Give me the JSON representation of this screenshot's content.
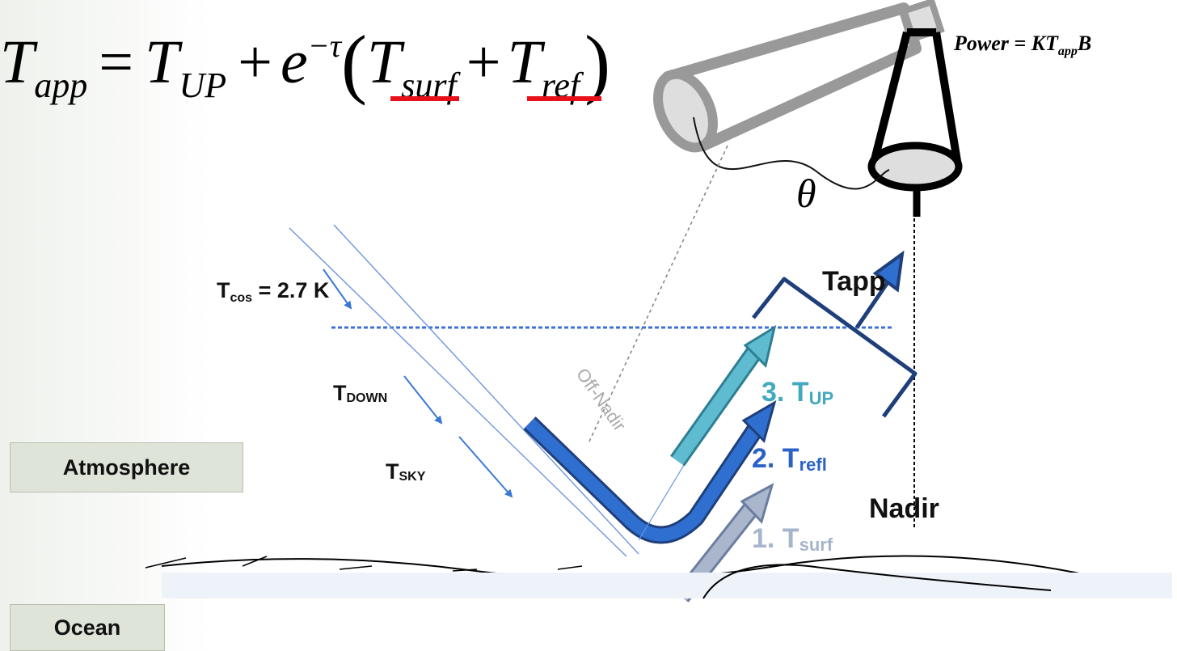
{
  "equation": {
    "lhs_T": "T",
    "lhs_sub": "app",
    "equals": "=",
    "term1_T": "T",
    "term1_sub": "UP",
    "plus1": "+",
    "e": "e",
    "exp": "−τ",
    "open_paren": "(",
    "term2_T": "T",
    "term2_sub": "surf",
    "plus2": "+",
    "term3_T": "T",
    "term3_sub": "ref",
    "close_paren": ")"
  },
  "power_equation": {
    "prefix": "Power = KT",
    "sub": "app",
    "suffix": "B"
  },
  "theta": "θ",
  "labels": {
    "t_cos": "T",
    "t_cos_sub": "cos",
    "t_cos_value": " = 2.7 K",
    "t_down": "T",
    "t_down_sub": "DOWN",
    "t_sky": "T",
    "t_sky_sub": "SKY",
    "off_nadir": "Off-Nadir",
    "t_app": "Tapp",
    "t_up_prefix": "3. T",
    "t_up_sub": "UP",
    "t_refl_prefix": "2. T",
    "t_refl_sub": "refl",
    "t_surf_prefix": "1. T",
    "t_surf_sub": "surf",
    "nadir": "Nadir",
    "atmosphere": "Atmosphere",
    "ocean": "Ocean"
  },
  "colors": {
    "underline": "#e8101a",
    "dark_blue": "#1f3f7a",
    "mid_blue": "#2f6fd0",
    "teal": "#5fbcd0",
    "light_steel": "#a9b6cc",
    "t_up_text": "#44a9bf",
    "t_refl_text": "#2a62c6",
    "t_surf_text": "#a6b4cc"
  }
}
